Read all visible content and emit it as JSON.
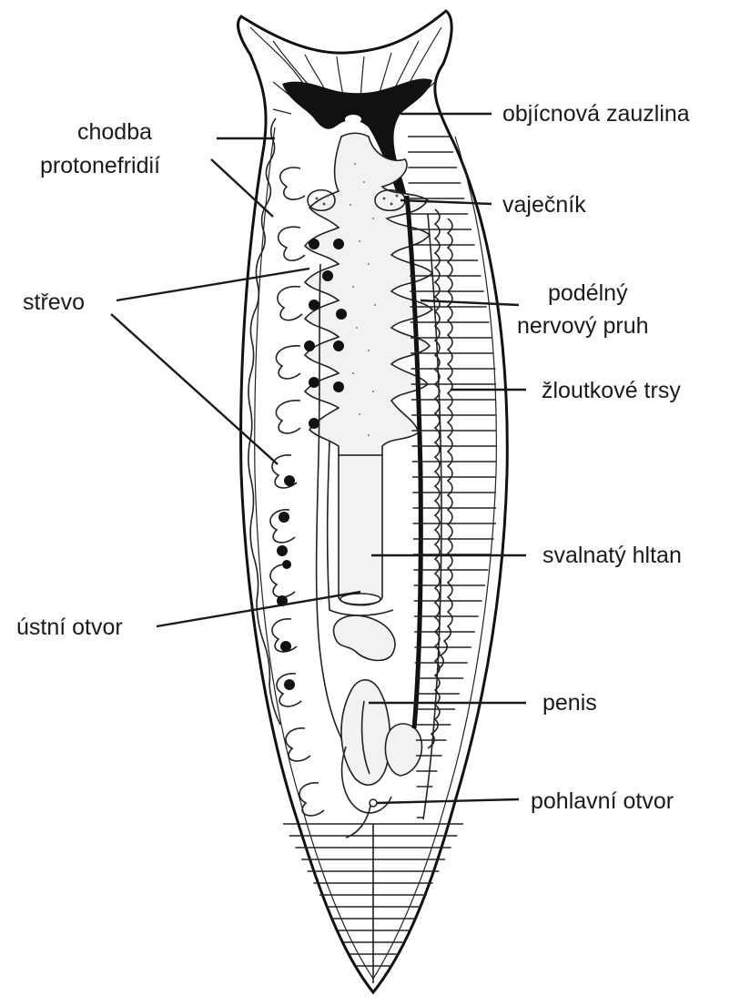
{
  "figure": {
    "colors": {
      "ink": "#111111",
      "background": "#ffffff",
      "gut_fill": "#f2f2f2"
    },
    "labels": {
      "objicnova_zauzlina": "objícnová zauzlina",
      "chodba_line1": "chodba",
      "chodba_line2": "protonefridií",
      "vajecnik": "vaječník",
      "strevo": "střevo",
      "podelny_line1": "podélný",
      "podelny_line2": "nervový pruh",
      "zloutkove_trsy": "žloutkové trsy",
      "svalnaty_hltan": "svalnatý hltan",
      "ustni_otvor": "ústní otvor",
      "penis": "penis",
      "pohlavni_otvor": "pohlavní otvor"
    }
  }
}
